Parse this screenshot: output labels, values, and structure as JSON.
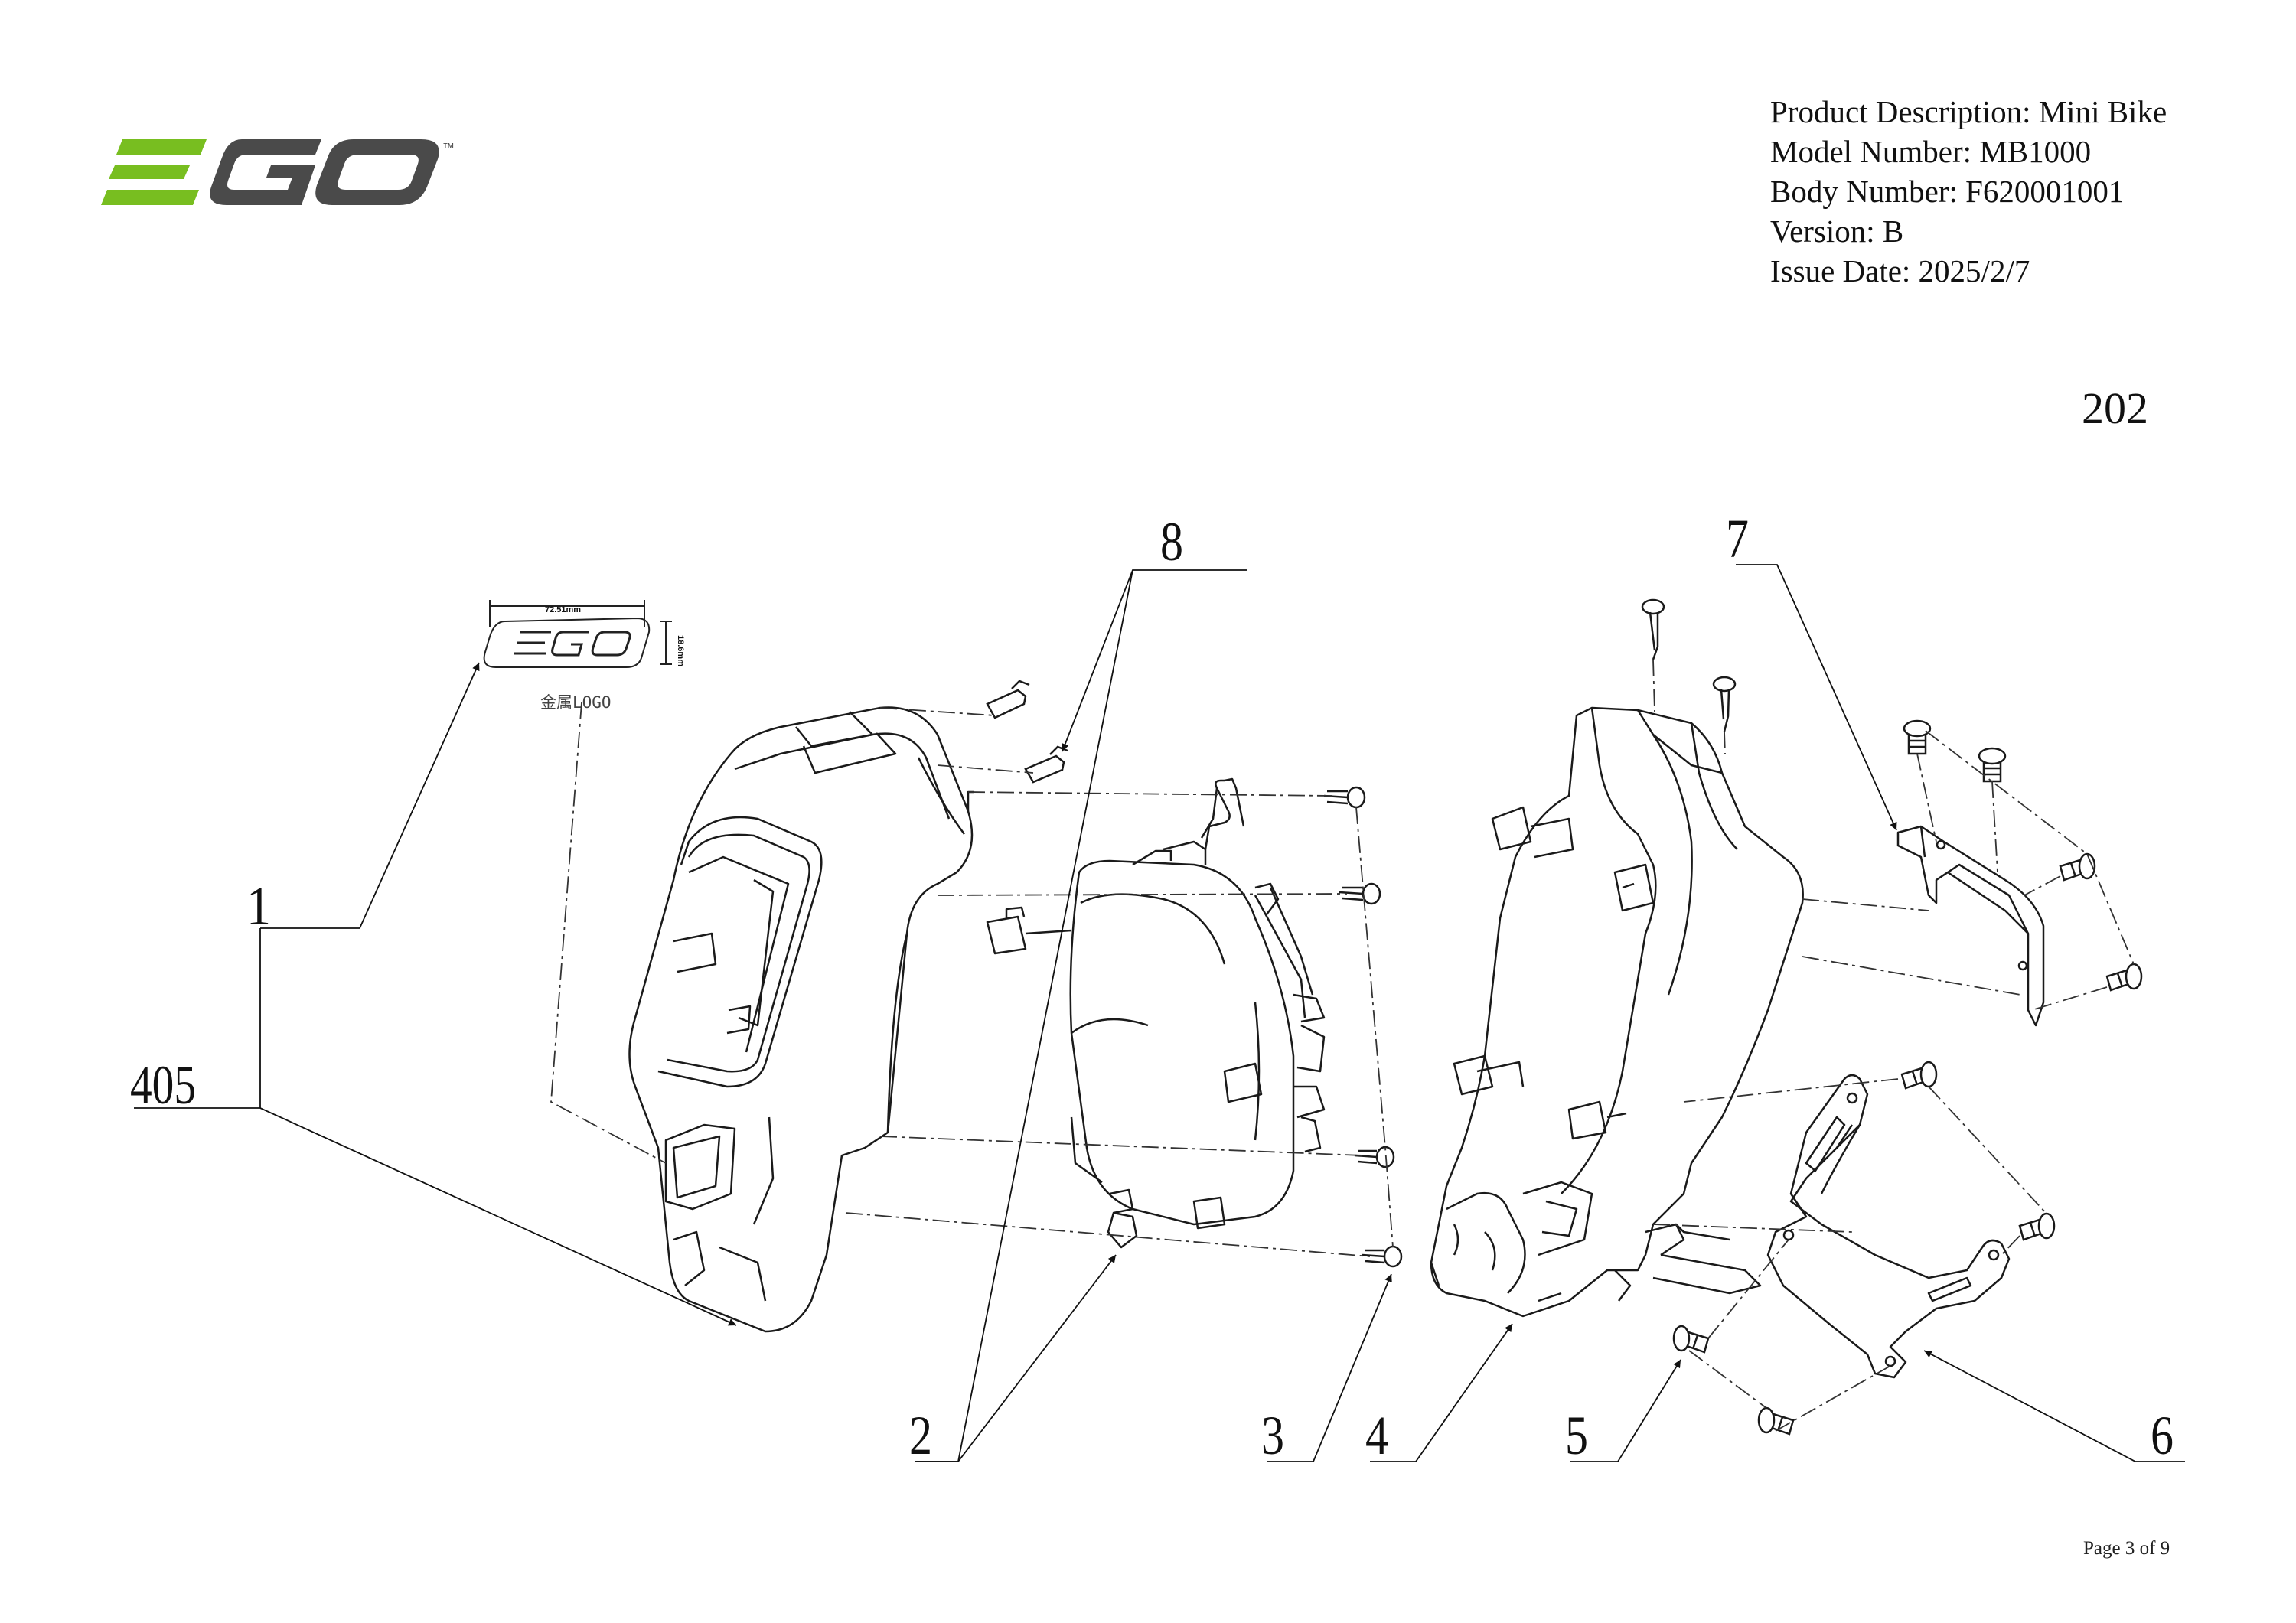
{
  "brand": {
    "logo_text": "EGO",
    "tm": "™",
    "green": "#78be20",
    "dark": "#4a4a4a"
  },
  "header": {
    "product_description": "Product Description: Mini Bike",
    "model_number": "Model Number: MB1000",
    "body_number": "Body Number: F620001001",
    "version": "Version: B",
    "issue_date": "Issue Date: 2025/2/7"
  },
  "reference_number": "202",
  "badge": {
    "width_dim": "72.51mm",
    "height_dim": "18.6mm",
    "note": "金属LOGO"
  },
  "callouts": {
    "c1": "1",
    "c405": "405",
    "c2": "2",
    "c3": "3",
    "c4": "4",
    "c5": "5",
    "c6": "6",
    "c7": "7",
    "c8": "8"
  },
  "footer": {
    "page": "Page 3 of 9"
  }
}
